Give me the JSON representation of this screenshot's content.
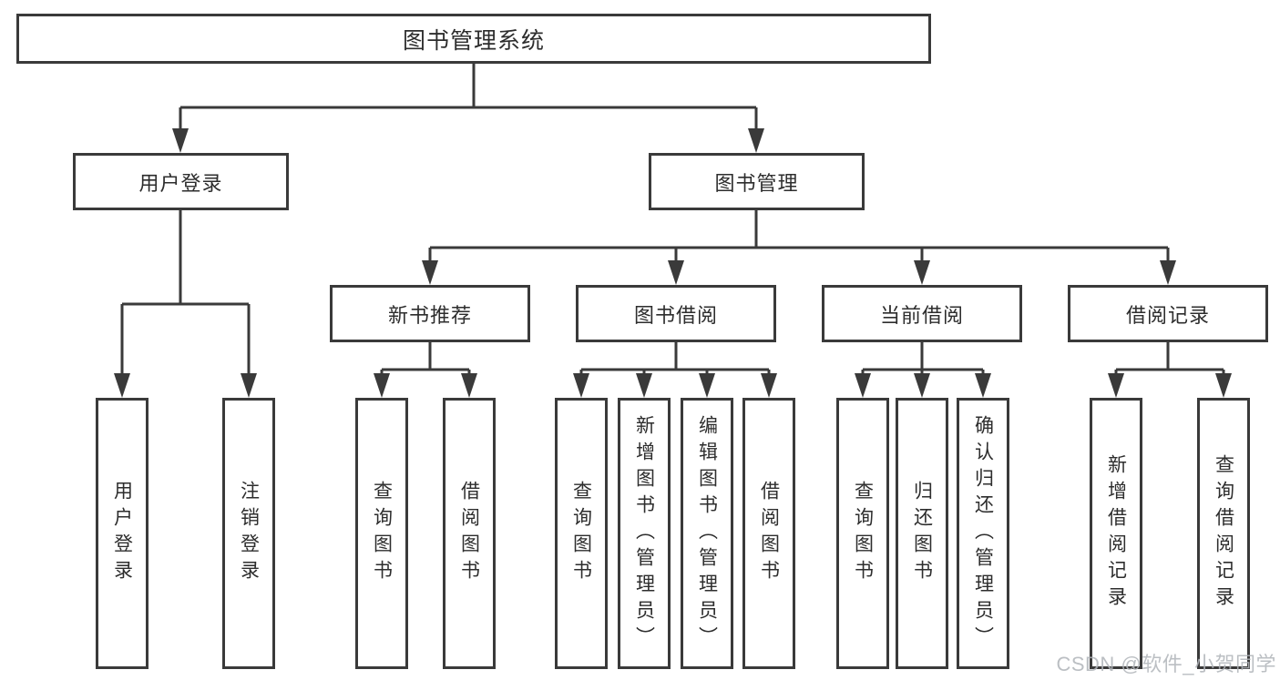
{
  "theme": {
    "line_color": "#3a3a3a",
    "text_color": "#2d2d2d",
    "watermark_color": "#b0b4b9",
    "background": "#ffffff"
  },
  "diagram": {
    "type": "tree",
    "title": "图书管理系统",
    "level2": {
      "user_login": "用户登录",
      "book_management": "图书管理"
    },
    "level3": {
      "new_book_recommend": "新书推荐",
      "book_borrowing": "图书借阅",
      "current_borrowing": "当前借阅",
      "borrowing_records": "借阅记录"
    },
    "leaves": {
      "user_login": "用户登录",
      "logout": "注销登录",
      "query_books_recommend": "查询图书",
      "borrow_books_recommend": "借阅图书",
      "query_books_borrowing": "查询图书",
      "add_book_admin": "新增图书（管理员）",
      "edit_book_admin": "编辑图书（管理员）",
      "borrow_books_borrowing": "借阅图书",
      "query_books_current": "查询图书",
      "return_book": "归还图书",
      "confirm_return_admin": "确认归还（管理员）",
      "add_borrow_record": "新增借阅记录",
      "query_borrow_record": "查询借阅记录"
    },
    "hierarchy": {
      "图书管理系统": {
        "用户登录": [
          "用户登录",
          "注销登录"
        ],
        "图书管理": {
          "新书推荐": [
            "查询图书",
            "借阅图书"
          ],
          "图书借阅": [
            "查询图书",
            "新增图书（管理员）",
            "编辑图书（管理员）",
            "借阅图书"
          ],
          "当前借阅": [
            "查询图书",
            "归还图书",
            "确认归还（管理员）"
          ],
          "借阅记录": [
            "新增借阅记录",
            "查询借阅记录"
          ]
        }
      }
    }
  },
  "watermark": "CSDN @软件_小贺同学"
}
